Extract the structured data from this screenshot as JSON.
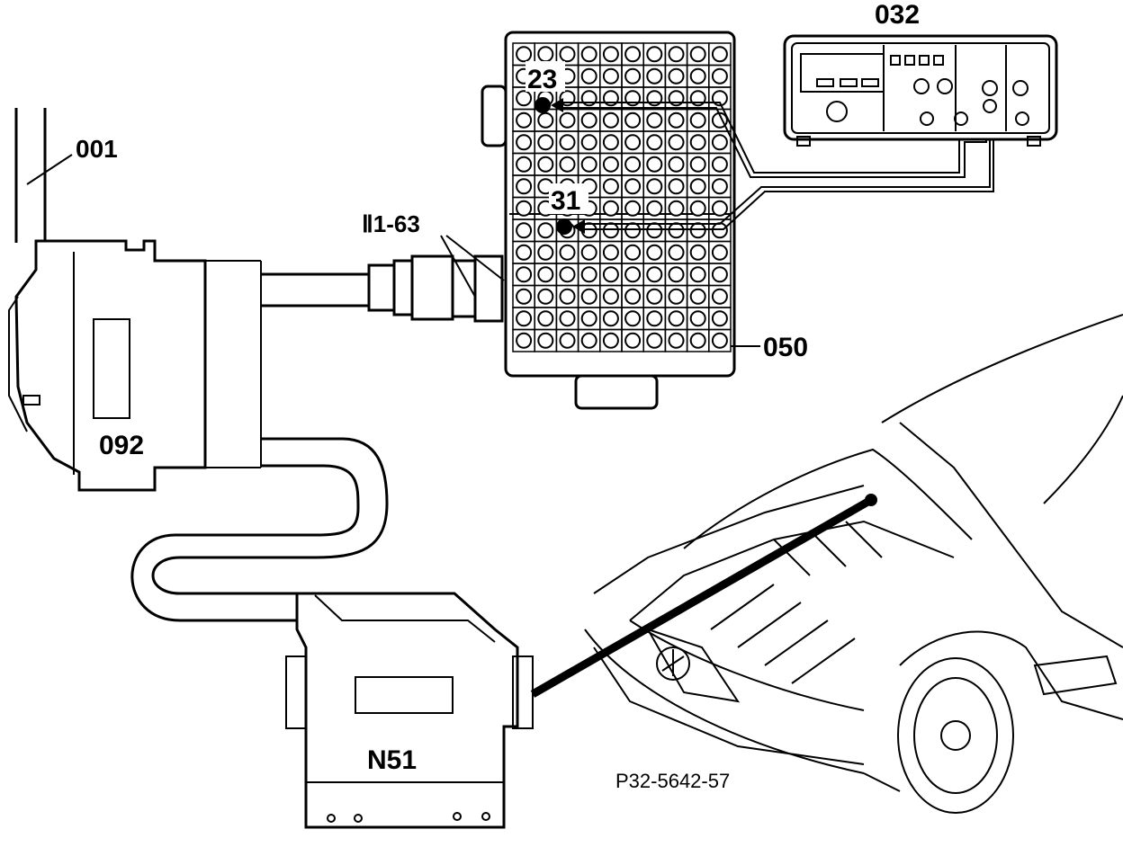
{
  "labels": {
    "cable_001": "001",
    "meter_032": "032",
    "socket_box_050": "050",
    "adapter_092": "092",
    "control_unit": "N51",
    "connector": "Ⅱ1-63",
    "pin_23": "23",
    "pin_31": "31",
    "figure_code": "P32-5642-57"
  }
}
